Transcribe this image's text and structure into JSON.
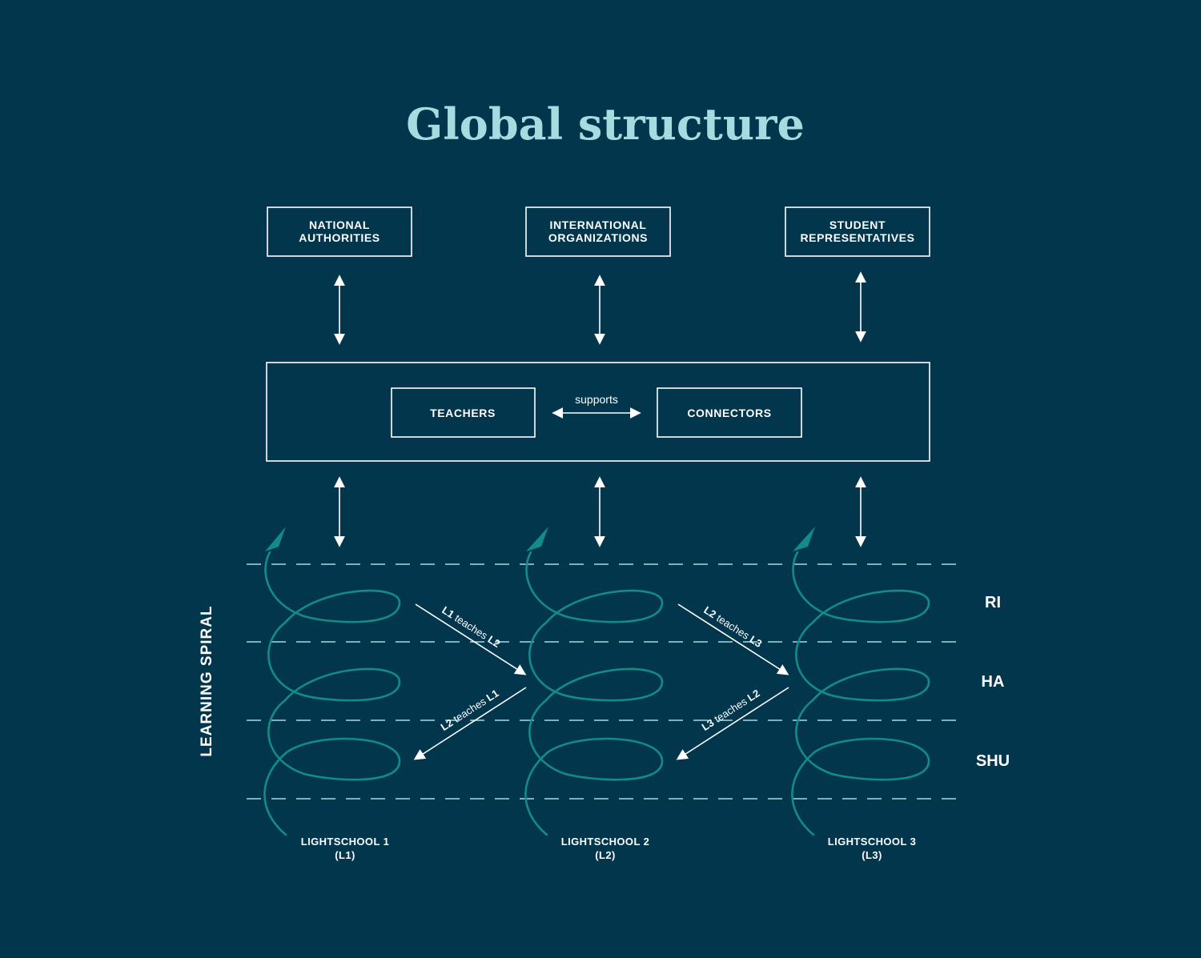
{
  "title": "Global structure",
  "top_boxes": [
    {
      "line1": "NATIONAL",
      "line2": "AUTHORITIES"
    },
    {
      "line1": "INTERNATIONAL",
      "line2": "ORGANIZATIONS"
    },
    {
      "line1": "STUDENT",
      "line2": "REPRESENTATIVES"
    }
  ],
  "middle": {
    "teachers": "TEACHERS",
    "supports": "supports",
    "connectors": "CONNECTORS"
  },
  "side_label": "LEARNING SPIRAL",
  "levels": [
    "RI",
    "HA",
    "SHU"
  ],
  "schools": [
    {
      "name": "LIGHTSCHOOL 1",
      "code": "(L1)"
    },
    {
      "name": "LIGHTSCHOOL 2",
      "code": "(L2)"
    },
    {
      "name": "LIGHTSCHOOL 3",
      "code": "(L3)"
    }
  ],
  "teaching_arrows": [
    {
      "from": "L1",
      "word": "teaches",
      "to": "L2"
    },
    {
      "from": "L2",
      "word": "teaches",
      "to": "L1"
    },
    {
      "from": "L2",
      "word": "teaches",
      "to": "L3"
    },
    {
      "from": "L3",
      "word": "teaches",
      "to": "L2"
    }
  ],
  "colors": {
    "background": "#02364d",
    "title": "#a6dbe0",
    "spiral": "#138a8c",
    "dashes": "#a6dbe0",
    "lines": "#ffffff"
  }
}
